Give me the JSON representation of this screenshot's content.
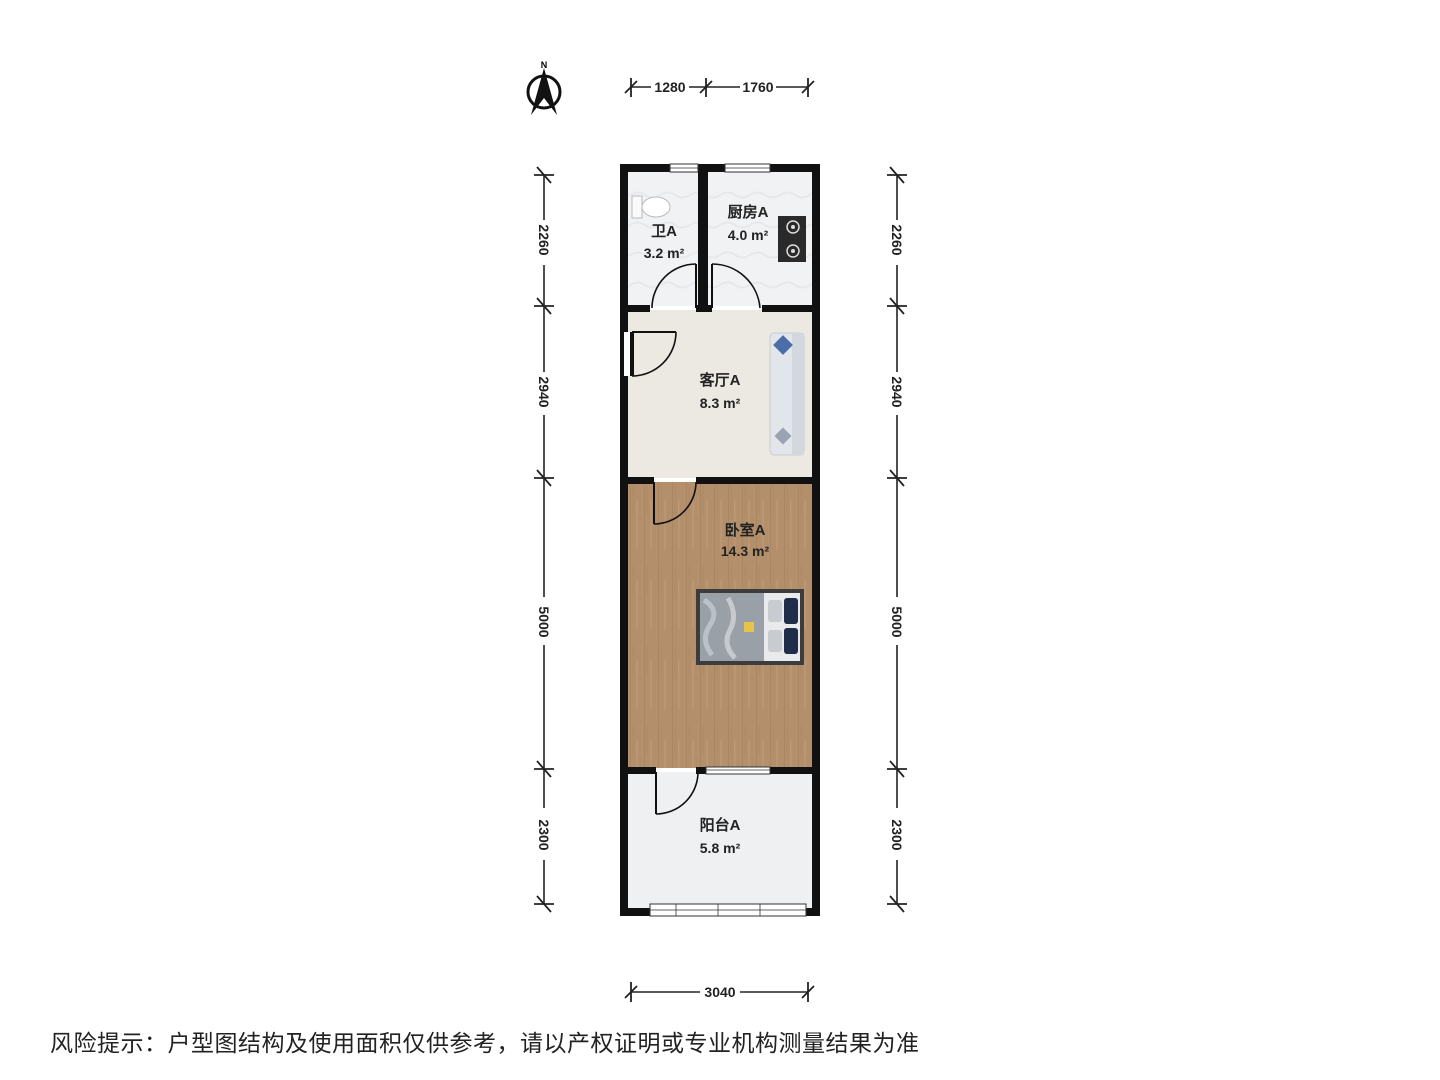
{
  "compass": {
    "north_label": "N"
  },
  "dimensions": {
    "top": [
      "1280",
      "1760"
    ],
    "bottom": [
      "3040"
    ],
    "left": [
      "2260",
      "2940",
      "5000",
      "2300"
    ],
    "right": [
      "2260",
      "2940",
      "5000",
      "2300"
    ]
  },
  "rooms": {
    "bathroom": {
      "name": "卫A",
      "area": "3.2 m²"
    },
    "kitchen": {
      "name": "厨房A",
      "area": "4.0 m²"
    },
    "living": {
      "name": "客厅A",
      "area": "8.3 m²"
    },
    "bedroom": {
      "name": "卧室A",
      "area": "14.3 m²"
    },
    "balcony": {
      "name": "阳台A",
      "area": "5.8 m²"
    }
  },
  "disclaimer": "风险提示：户型图结构及使用面积仅供参考，请以产权证明或专业机构测量结果为准",
  "colors": {
    "wall": "#111111",
    "floor_tile": "#f0f1f3",
    "floor_living": "#ebe9e2",
    "floor_wood": "#b08d68",
    "sofa": "#e2e5ea",
    "bed_blanket": "#9aa0a8"
  }
}
